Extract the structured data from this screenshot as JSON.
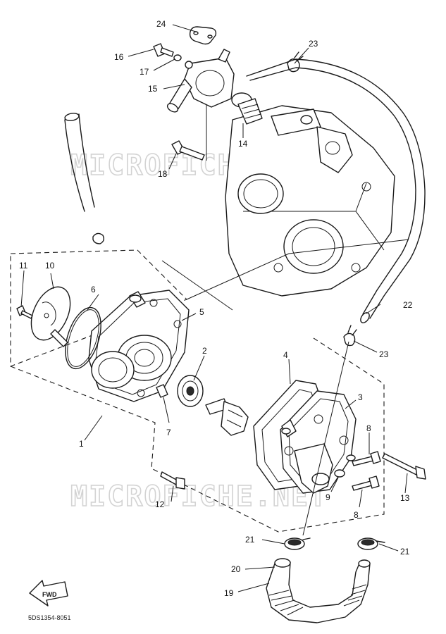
{
  "watermark": "MICROFICHE.NET",
  "drawing_code": "5DS1354-8051",
  "fwd_label": "FWD",
  "part_labels": {
    "p1": "1",
    "p2": "2",
    "p3": "3",
    "p4": "4",
    "p5": "5",
    "p6": "6",
    "p7": "7",
    "p8a": "8",
    "p8b": "8",
    "p9": "9",
    "p10": "10",
    "p11": "11",
    "p12": "12",
    "p13": "13",
    "p14": "14",
    "p15": "15",
    "p16": "16",
    "p17": "17",
    "p18": "18",
    "p19": "19",
    "p20": "20",
    "p21a": "21",
    "p21b": "21",
    "p22": "22",
    "p23a": "23",
    "p23b": "23",
    "p24": "24"
  }
}
